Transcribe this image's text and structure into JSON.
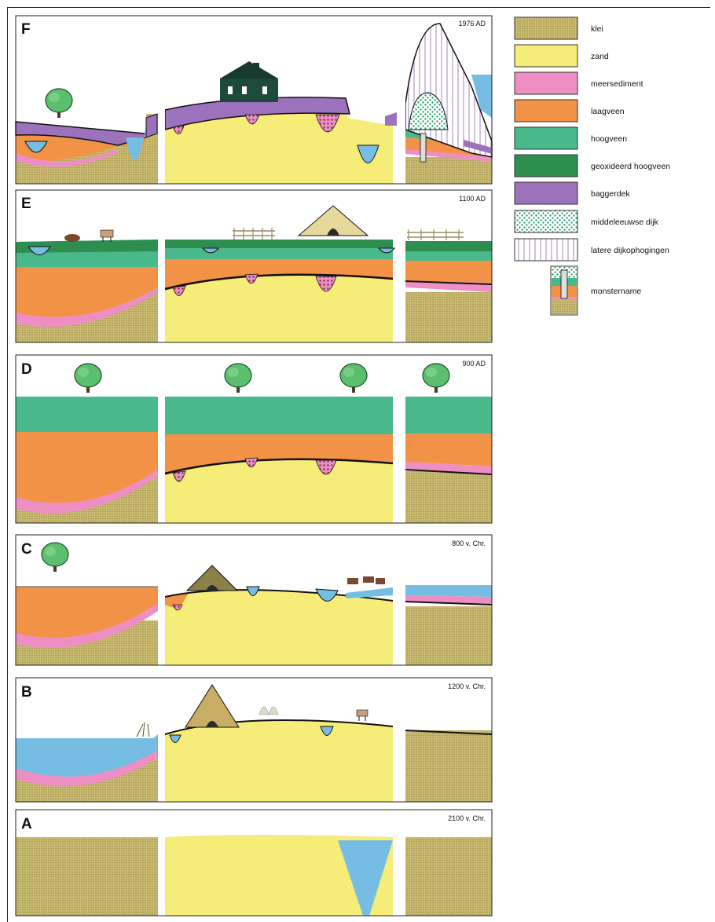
{
  "colors": {
    "klei": "#c3b46a",
    "zand": "#f6ec78",
    "meersediment": "#ee8fc4",
    "laagveen": "#f19247",
    "hoogveen": "#49b88a",
    "geoxideerd_hoogveen": "#2e8e4f",
    "baggerdek": "#9b72bb",
    "water": "#76bde3",
    "dijk_fill": "#ffffff",
    "dijk_dots": "#2aa070",
    "hatch": "#b49ac8"
  },
  "legend": [
    {
      "key": "klei",
      "label": "klei",
      "pattern": "clay"
    },
    {
      "key": "zand",
      "label": "zand",
      "pattern": "solid"
    },
    {
      "key": "meersediment",
      "label": "meersediment",
      "pattern": "solid"
    },
    {
      "key": "laagveen",
      "label": "laagveen",
      "pattern": "solid"
    },
    {
      "key": "hoogveen",
      "label": "hoogveen",
      "pattern": "solid"
    },
    {
      "key": "geoxideerd_hoogveen",
      "label": "geoxideerd hoogveen",
      "pattern": "solid"
    },
    {
      "key": "baggerdek",
      "label": "baggerdek",
      "pattern": "solid"
    },
    {
      "key": "middeleeuwse_dijk",
      "label": "middeleeuwse dijk",
      "pattern": "dots"
    },
    {
      "key": "latere_dijkophogingen",
      "label": "latere dijkophogingen",
      "pattern": "hatch"
    },
    {
      "key": "monstername",
      "label": "monstername",
      "pattern": "core"
    }
  ],
  "panels": [
    {
      "letter": "F",
      "date": "1976 AD"
    },
    {
      "letter": "E",
      "date": "1100 AD"
    },
    {
      "letter": "D",
      "date": "900 AD"
    },
    {
      "letter": "C",
      "date": "800 v. Chr."
    },
    {
      "letter": "B",
      "date": "1200 v. Chr."
    },
    {
      "letter": "A",
      "date": "2100 v. Chr."
    }
  ]
}
